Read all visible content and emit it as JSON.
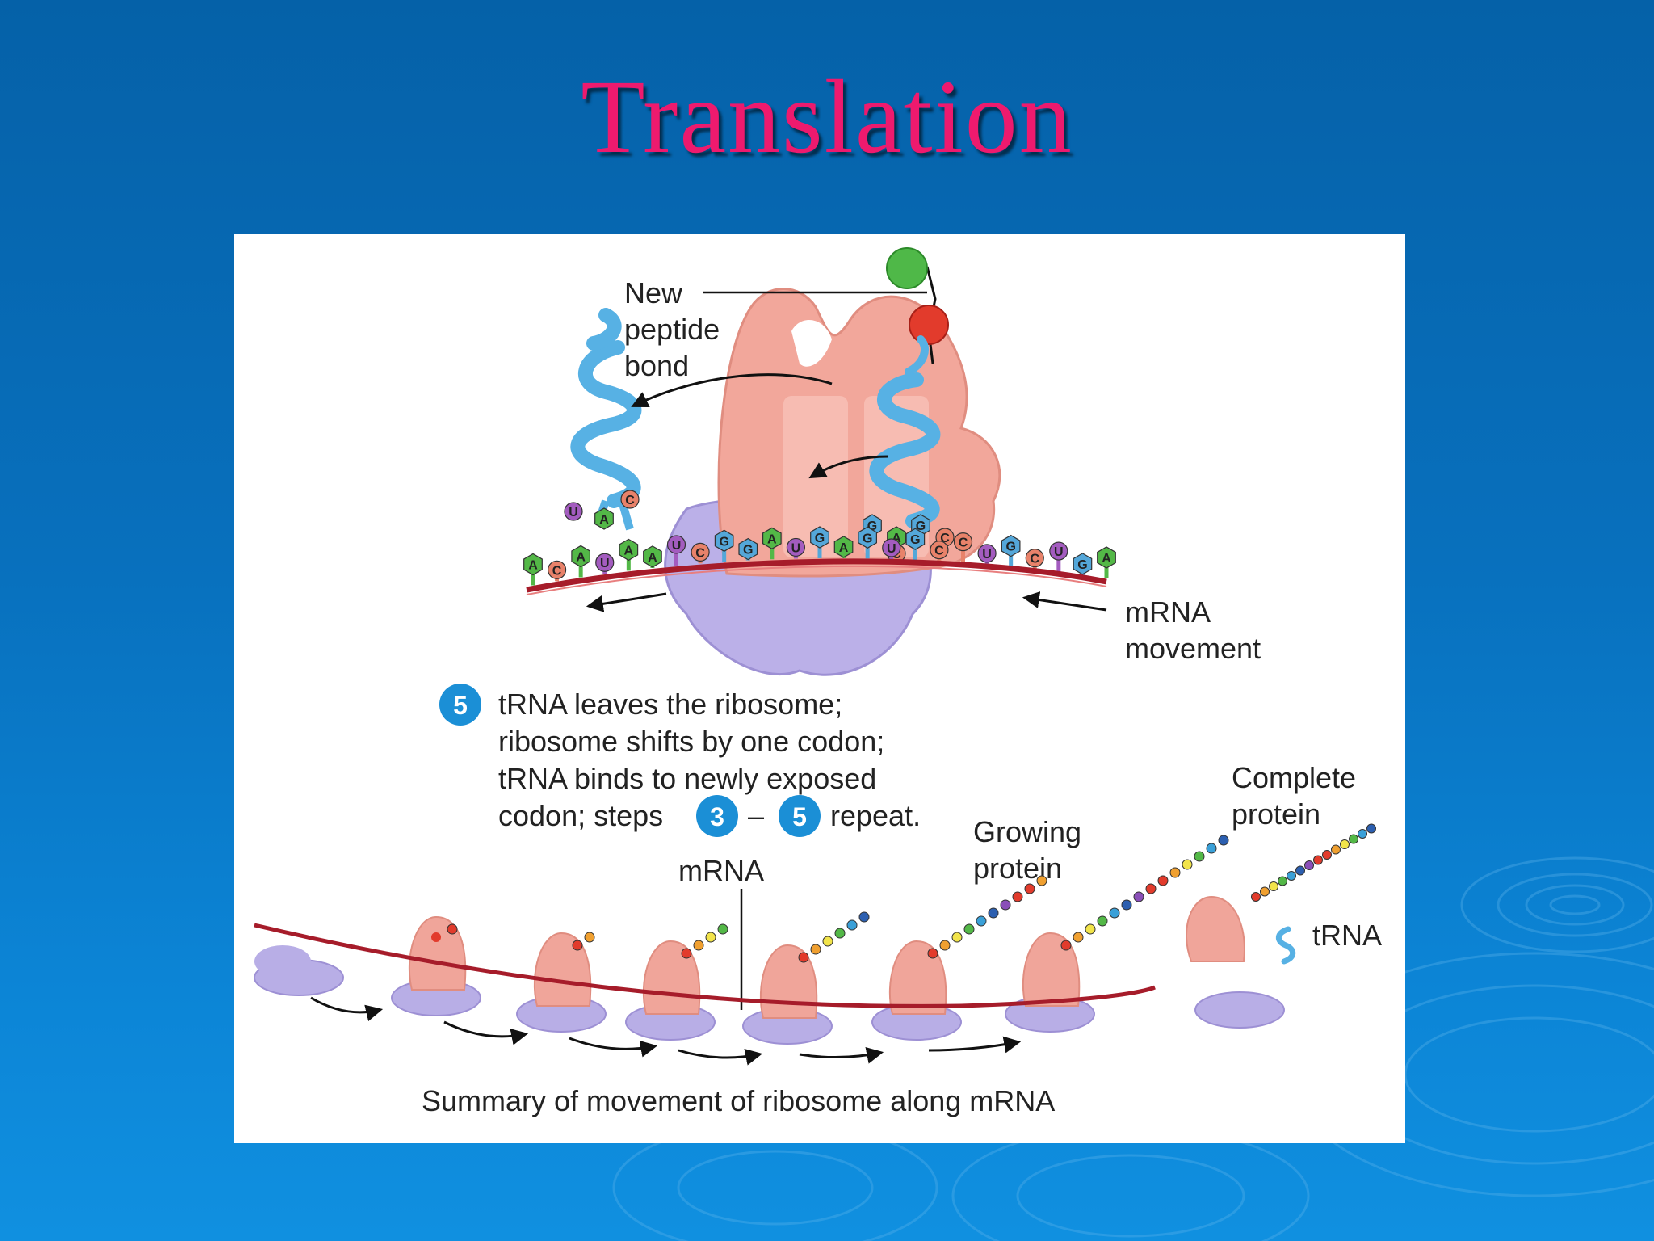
{
  "slide": {
    "title": "Translation"
  },
  "figure": {
    "peptide_label": [
      "New",
      "peptide",
      "bond"
    ],
    "mrna_movement_label": [
      "mRNA",
      "movement"
    ],
    "step_badge": "5",
    "step_text": [
      "tRNA leaves the ribosome;",
      "ribosome shifts by one codon;",
      "tRNA binds to newly exposed",
      "codon; steps"
    ],
    "step_range_start": "3",
    "step_range_dash": "–",
    "step_range_end": "5",
    "step_range_suffix": "repeat.",
    "mrna_label": "mRNA",
    "growing_protein_label": [
      "Growing",
      "protein"
    ],
    "complete_protein_label": [
      "Complete",
      "protein"
    ],
    "trna_label": "tRNA",
    "caption": "Summary of movement of ribosome along mRNA",
    "leaving_trna_anticodon": [
      "U",
      "A",
      "C"
    ],
    "bound_trna_anticodon": [
      "G",
      "A",
      "G",
      "C",
      "C"
    ],
    "mrna_bases": [
      "A",
      "C",
      "A",
      "U",
      "A",
      "A",
      "U",
      "C",
      "G",
      "G",
      "A",
      "U",
      "G",
      "A",
      "G",
      "U",
      "G",
      "C",
      "C",
      "U",
      "G",
      "C",
      "U",
      "G",
      "A"
    ],
    "colors": {
      "title": "#ee1a6e",
      "base_A": "#53b847",
      "base_C": "#e8826a",
      "base_U": "#a35cbf",
      "base_G": "#54a7d9",
      "mrna_strand": "#a61c2a",
      "ribosome_large": "#f0a59a",
      "ribosome_small": "#b8aee6",
      "trna": "#57b1e4",
      "step_badge": "#1b8fd6"
    }
  }
}
